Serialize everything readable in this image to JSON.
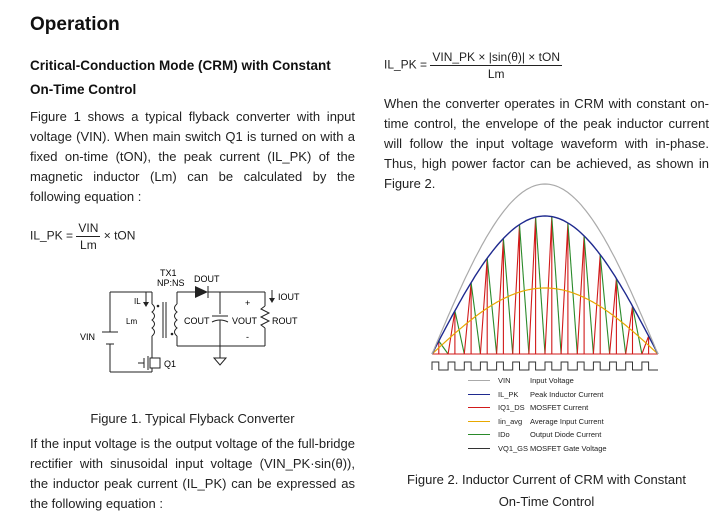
{
  "heading": "Operation",
  "subheading": {
    "line1": "Critical-Conduction Mode (CRM) with Constant",
    "line2": "On-Time Control"
  },
  "intro_paragraph": "Figure 1 shows a typical flyback converter with input voltage (VIN). When main switch Q1 is turned on with a fixed on-time (tON), the peak current (IL_PK) of the magnetic inductor (Lm) can be calculated by the following equation :",
  "equation1": {
    "lhs": "IL_PK =",
    "num": "VIN",
    "den": "Lm",
    "rhs": "× tON"
  },
  "circuit": {
    "tx": "TX1",
    "ratio": "NP:NS",
    "dout": "DOUT",
    "iout": "IOUT",
    "il": "IL",
    "lm": "Lm",
    "cout": "COUT",
    "vout": "VOUT",
    "rout": "ROUT",
    "vin": "VIN",
    "q1": "Q1",
    "plus": "+",
    "minus": "-"
  },
  "figure1_caption": "Figure 1. Typical Flyback Converter",
  "second_paragraph": "If the input voltage is the output voltage of the full-bridge rectifier with sinusoidal input voltage (VIN_PK·sin(θ)), the inductor peak current (IL_PK) can be expressed as the following equation :",
  "equation2": {
    "lhs": "IL_PK =",
    "num": "VIN_PK × |sin(θ)| × tON",
    "den": "Lm"
  },
  "right_paragraph": "When the converter operates in CRM with constant on-time control, the envelope of the peak inductor current will follow the input voltage waveform with in-phase. Thus, high power factor can be achieved, as shown in Figure 2.",
  "legend": [
    {
      "symbol": "VIN",
      "label": "Input Voltage",
      "color": "#aaaaaa"
    },
    {
      "symbol": "IL_PK",
      "label": "Peak Inductor Current",
      "color": "#1f2a8f"
    },
    {
      "symbol": "IQ1_DS",
      "label": "MOSFET Current",
      "color": "#d11a1a"
    },
    {
      "symbol": "Iin_avg",
      "label": "Average Input Current",
      "color": "#e8a800"
    },
    {
      "symbol": "IDo",
      "label": "Output Diode Current",
      "color": "#2a8a2a"
    },
    {
      "symbol": "VQ1_GS",
      "label": "MOSFET Gate Voltage",
      "color": "#333333"
    }
  ],
  "figure2_caption": {
    "line1": "Figure 2. Inductor Current of CRM with Constant",
    "line2": "On-Time Control"
  },
  "colors": {
    "input_voltage": "#aaaaaa",
    "peak_current": "#1f2a8f",
    "mosfet_current": "#d11a1a",
    "avg_current": "#e8a800",
    "diode_current": "#2a8a2a"
  }
}
